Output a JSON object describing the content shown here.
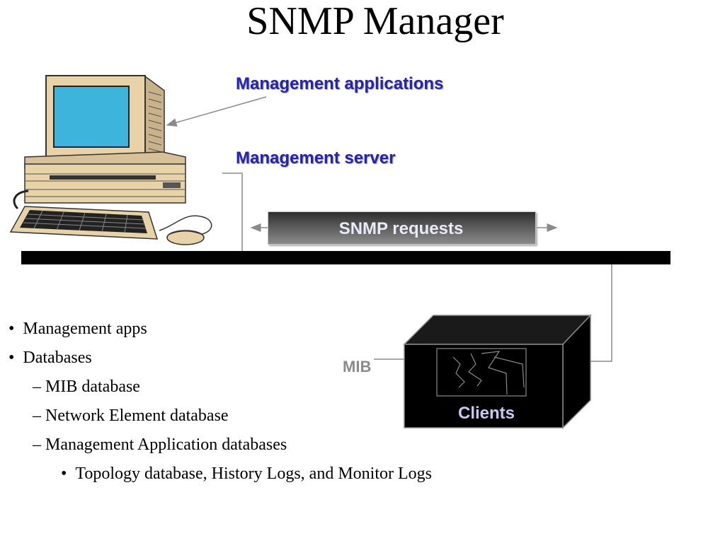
{
  "title": "SNMP Manager",
  "labels": {
    "management_applications": "Management applications",
    "management_server": "Management server",
    "snmp_requests": "SNMP requests",
    "mib": "MIB",
    "clients": "Clients"
  },
  "bullets": [
    {
      "marker": "•",
      "text": "Management apps"
    },
    {
      "marker": "•",
      "text": "Databases"
    },
    {
      "marker": "–",
      "text": "MIB database"
    },
    {
      "marker": "–",
      "text": "Network Element database"
    },
    {
      "marker": "–",
      "text": "Management Application databases"
    },
    {
      "marker": "•",
      "text": "Topology database, History Logs, and Monitor Logs"
    }
  ],
  "colors": {
    "label_blue": "#2323b9",
    "screen_cyan": "#3cb4dc",
    "computer_beige": "#e8d2a8",
    "network_bar": "#000000"
  },
  "icons": {
    "computer": "desktop-computer-icon",
    "client": "client-box-icon"
  }
}
